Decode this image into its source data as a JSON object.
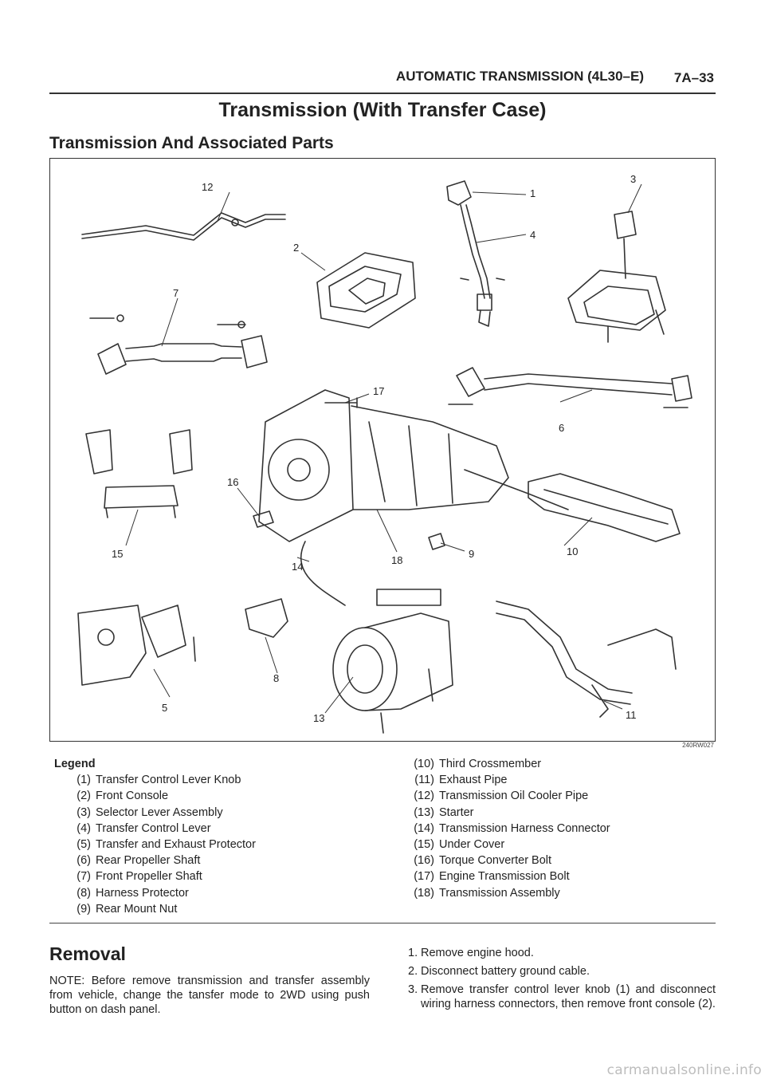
{
  "header": {
    "section": "AUTOMATIC TRANSMISSION (4L30–E)",
    "page": "7A–33"
  },
  "title": "Transmission (With Transfer Case)",
  "subtitle": "Transmission And Associated Parts",
  "figure": {
    "code": "240RW027",
    "callouts": [
      "1",
      "2",
      "3",
      "4",
      "5",
      "6",
      "7",
      "8",
      "9",
      "10",
      "11",
      "12",
      "13",
      "14",
      "15",
      "16",
      "17",
      "18"
    ]
  },
  "legend": {
    "heading": "Legend",
    "items": [
      {
        "num": "(1)",
        "text": "Transfer Control Lever Knob"
      },
      {
        "num": "(2)",
        "text": "Front Console"
      },
      {
        "num": "(3)",
        "text": "Selector Lever Assembly"
      },
      {
        "num": "(4)",
        "text": "Transfer Control Lever"
      },
      {
        "num": "(5)",
        "text": "Transfer and Exhaust Protector"
      },
      {
        "num": "(6)",
        "text": "Rear Propeller Shaft"
      },
      {
        "num": "(7)",
        "text": "Front Propeller Shaft"
      },
      {
        "num": "(8)",
        "text": "Harness Protector"
      },
      {
        "num": "(9)",
        "text": "Rear Mount Nut"
      },
      {
        "num": "(10)",
        "text": "Third Crossmember"
      },
      {
        "num": "(11)",
        "text": "Exhaust Pipe"
      },
      {
        "num": "(12)",
        "text": "Transmission Oil Cooler Pipe"
      },
      {
        "num": "(13)",
        "text": "Starter"
      },
      {
        "num": "(14)",
        "text": "Transmission Harness Connector"
      },
      {
        "num": "(15)",
        "text": "Under Cover"
      },
      {
        "num": "(16)",
        "text": "Torque Converter Bolt"
      },
      {
        "num": "(17)",
        "text": "Engine Transmission Bolt"
      },
      {
        "num": "(18)",
        "text": "Transmission Assembly"
      }
    ]
  },
  "removal": {
    "heading": "Removal",
    "note": "NOTE: Before remove transmission and transfer assembly from vehicle, change the tansfer mode to 2WD using push button on dash panel.",
    "steps": [
      {
        "n": "1.",
        "text": "Remove engine hood."
      },
      {
        "n": "2.",
        "text": "Disconnect battery ground cable."
      },
      {
        "n": "3.",
        "text": "Remove transfer control lever knob (1) and disconnect wiring harness connectors, then remove front console (2)."
      }
    ]
  },
  "watermark": "carmanualsonline.info"
}
